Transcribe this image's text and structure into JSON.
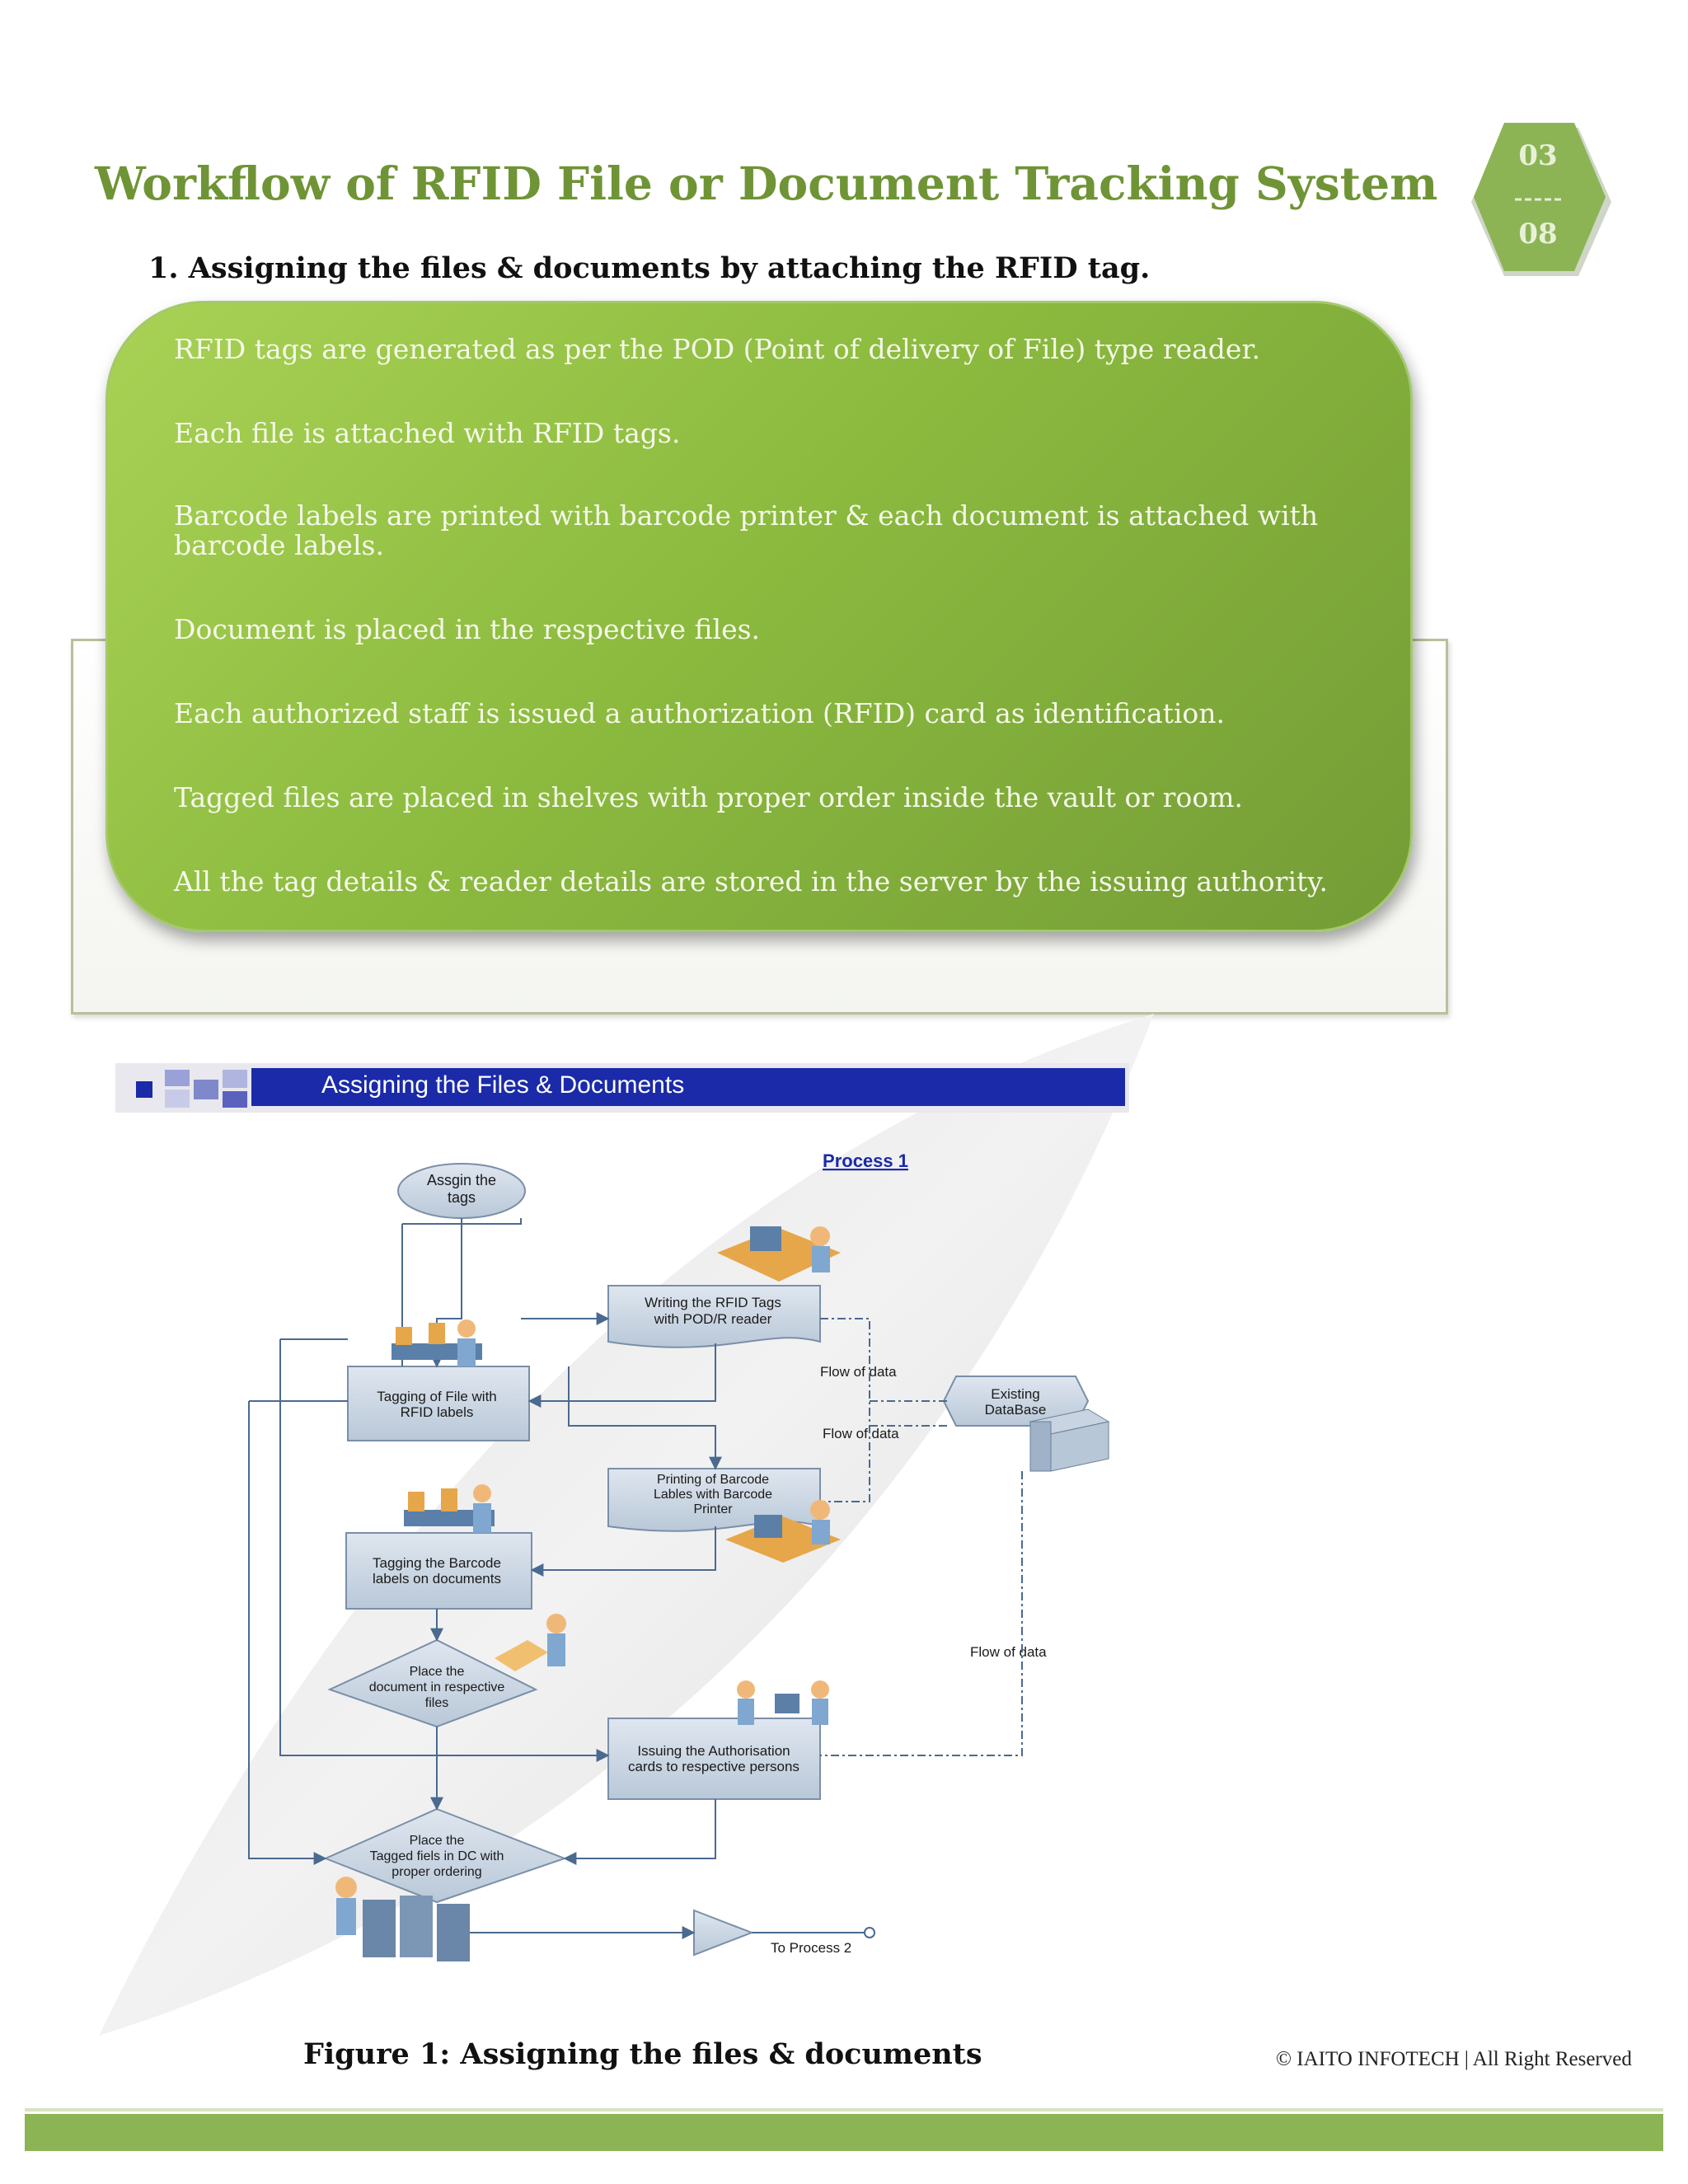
{
  "page": {
    "title": "Workflow of RFID File or Document Tracking System",
    "badge_top": "03",
    "badge_bottom": "08"
  },
  "section": {
    "heading": "1.  Assigning the files & documents by attaching the RFID tag."
  },
  "bullets": [
    "RFID tags are generated as per the POD (Point of delivery of File) type reader.",
    "Each file is attached with RFID tags.",
    "Barcode labels are printed with barcode printer & each document is attached with barcode labels.",
    "Document is placed in the respective files.",
    "Each authorized staff is issued a authorization (RFID) card as identification.",
    "Tagged files are placed in shelves with proper order inside the vault or room.",
    "All the tag details & reader details are stored in the server by the issuing authority."
  ],
  "diagram": {
    "banner": "Assigning the Files & Documents",
    "process_label": "Process 1",
    "start": [
      "Assgin the",
      "tags"
    ],
    "writing": [
      "Writing the RFID Tags",
      "with POD/R reader"
    ],
    "tagging_file": [
      "Tagging of File with",
      "RFID labels"
    ],
    "existing_db": [
      "Existing",
      "DataBase"
    ],
    "flow_of_data_1": "Flow of data",
    "flow_of_data_2": "Flow of data",
    "flow_of_data_3": "Flow of data",
    "printing": [
      "Printing of Barcode",
      "Lables with Barcode",
      "Printer"
    ],
    "tagging_barcode": [
      "Tagging the Barcode",
      "labels on documents"
    ],
    "place_document": [
      "Place the",
      "document in respective",
      "files"
    ],
    "issuing": [
      "Issuing the Authorisation",
      "cards to respective persons"
    ],
    "place_tagged": [
      "Place the",
      "Tagged fiels in DC with",
      "proper ordering"
    ],
    "to_process": "To Process 2"
  },
  "caption": "Figure 1:  Assigning the files & documents",
  "footer": {
    "copyright": "© IAITO INFOTECH  |  All Right Reserved"
  },
  "colors": {
    "title_green": "#6f9436",
    "box_green": "#8cbb3f",
    "banner_blue": "#1a2aa8",
    "footer_green": "#8cb455"
  }
}
